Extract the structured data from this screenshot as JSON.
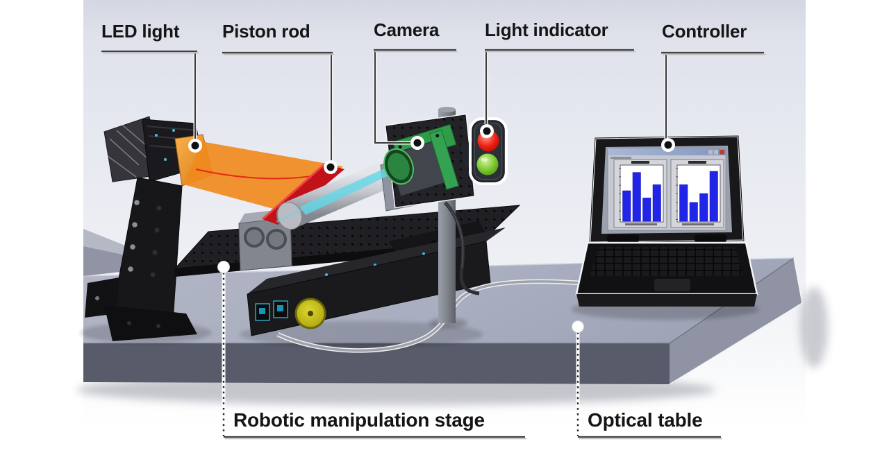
{
  "diagram": {
    "callouts": [
      {
        "id": "led-light",
        "label": "LED light",
        "marker": "ring",
        "leader": "solid"
      },
      {
        "id": "piston-rod",
        "label": "Piston rod",
        "marker": "ring",
        "leader": "solid"
      },
      {
        "id": "camera",
        "label": "Camera",
        "marker": "ring",
        "leader": "solid"
      },
      {
        "id": "light-indicator",
        "label": "Light indicator",
        "marker": "ring",
        "leader": "solid"
      },
      {
        "id": "controller",
        "label": "Controller",
        "marker": "ring",
        "leader": "solid"
      },
      {
        "id": "robotic-stage",
        "label": "Robotic manipulation stage",
        "marker": "dot",
        "leader": "dotted"
      },
      {
        "id": "optical-table",
        "label": "Optical table",
        "marker": "dot",
        "leader": "dotted"
      }
    ],
    "colors": {
      "beam_orange": "#F08A1E",
      "laser_red": "#E01818",
      "sensing_beam_cyan": "#62D8E8",
      "indicator_red": "#E02016",
      "indicator_green": "#74C832",
      "chart_bar_blue": "#2125E8",
      "table_top": "#A9AEC0",
      "table_front": "#585C6A",
      "table_side": "#8F93A4",
      "stage_dial_yellow": "#C9C21C"
    },
    "light_indicator": {
      "lights": [
        {
          "name": "red",
          "state": "on",
          "color": "#E02016"
        },
        {
          "name": "green",
          "state": "on",
          "color": "#74C832"
        }
      ]
    },
    "controller_screen": {
      "window": {
        "close_button": "red",
        "chart_count": 2
      },
      "charts": [
        {
          "bars": [
            0.55,
            0.88,
            0.42,
            0.66
          ]
        },
        {
          "bars": [
            0.66,
            0.34,
            0.5,
            0.9
          ]
        }
      ]
    }
  }
}
